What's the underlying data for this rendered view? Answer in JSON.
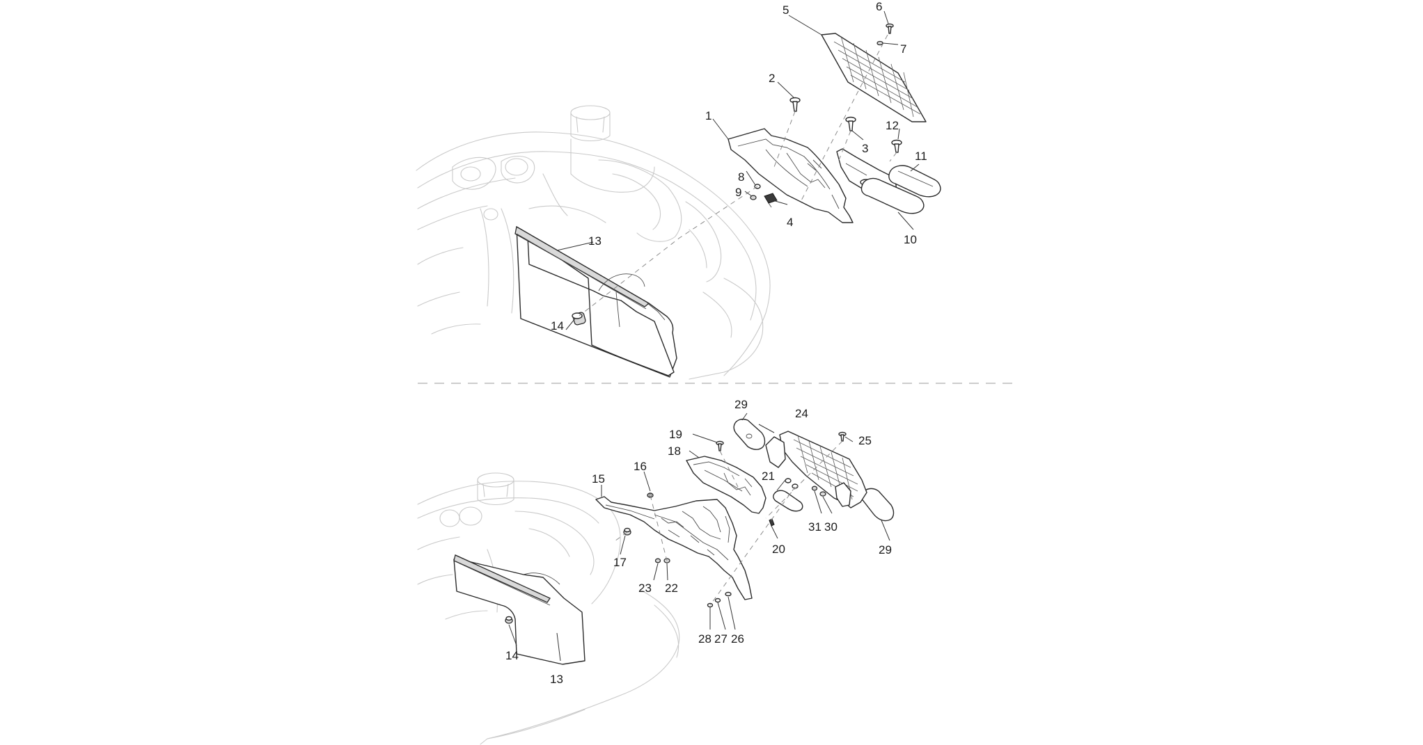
{
  "callouts": {
    "c1": "1",
    "c2": "2",
    "c3": "3",
    "c4": "4",
    "c5": "5",
    "c6": "6",
    "c7": "7",
    "c8": "8",
    "c9": "9",
    "c10": "10",
    "c11": "11",
    "c12": "12",
    "c13": "13",
    "c14": "14",
    "d13": "13",
    "d14": "14",
    "d15": "15",
    "d16": "16",
    "d17": "17",
    "d18": "18",
    "d19": "19",
    "d20": "20",
    "d21": "21",
    "d22": "22",
    "d23": "23",
    "d24": "24",
    "d25": "25",
    "d26": "26",
    "d27": "27",
    "d28": "28",
    "d29a": "29",
    "d29b": "29",
    "d30": "30",
    "d31": "31"
  }
}
